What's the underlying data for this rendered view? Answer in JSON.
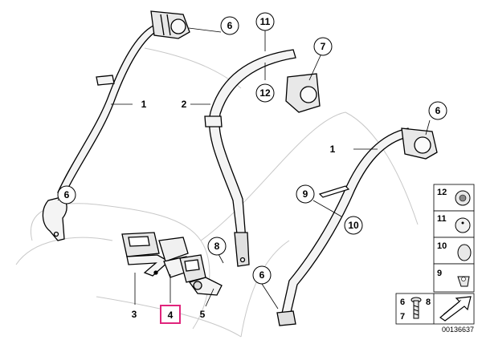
{
  "diagram": {
    "callouts": [
      {
        "id": "c6-top",
        "text": "6"
      },
      {
        "id": "c11",
        "text": "11"
      },
      {
        "id": "c7",
        "text": "7"
      },
      {
        "id": "c12",
        "text": "12"
      },
      {
        "id": "c6-right",
        "text": "6"
      },
      {
        "id": "c6-left",
        "text": "6"
      },
      {
        "id": "c9",
        "text": "9"
      },
      {
        "id": "c10",
        "text": "10"
      },
      {
        "id": "c8",
        "text": "8"
      },
      {
        "id": "c6-bottom",
        "text": "6"
      }
    ],
    "plain_labels": [
      {
        "id": "l1-left",
        "text": "1"
      },
      {
        "id": "l2",
        "text": "2"
      },
      {
        "id": "l1-right",
        "text": "1"
      },
      {
        "id": "l3",
        "text": "3"
      },
      {
        "id": "l5",
        "text": "5"
      }
    ],
    "highlighted_label": "4",
    "highlight_color": "#e0247c",
    "parts_legend": [
      {
        "id": "p12",
        "text": "12"
      },
      {
        "id": "p11",
        "text": "11"
      },
      {
        "id": "p10",
        "text": "10"
      },
      {
        "id": "p9",
        "text": "9"
      }
    ],
    "bolt_box": {
      "left_top": "6",
      "left_bottom": "7",
      "right": "8"
    },
    "drawing_code": "00136637"
  }
}
